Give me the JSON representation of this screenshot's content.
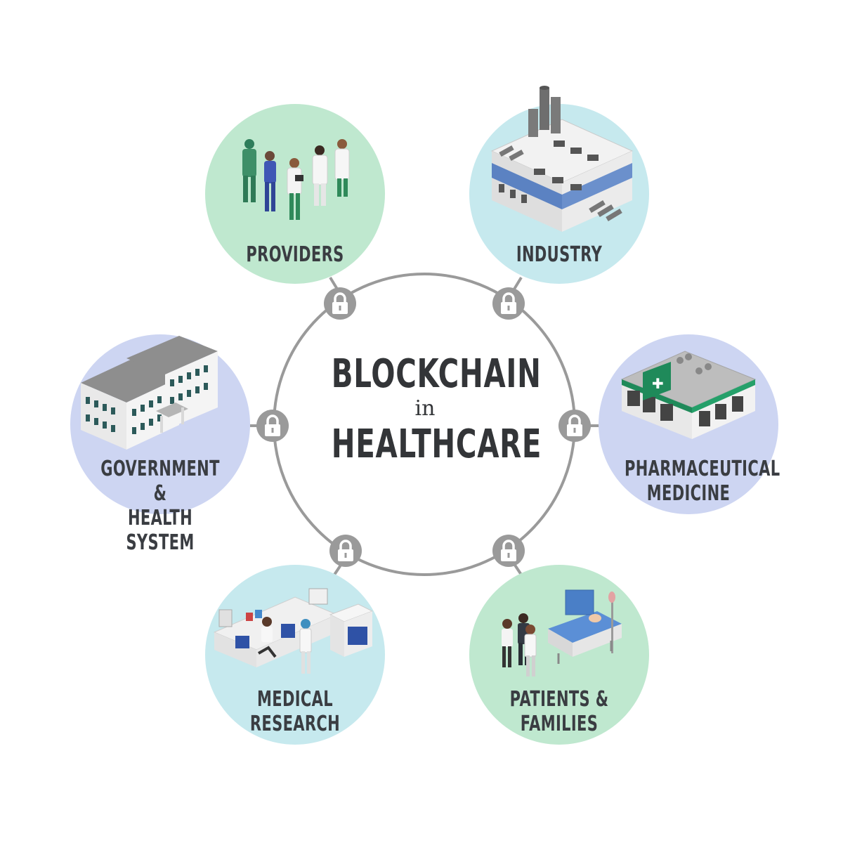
{
  "title": {
    "line1": "BLOCKCHAIN",
    "line2": "in",
    "line3": "HEALTHCARE"
  },
  "nodes": [
    {
      "id": "providers",
      "lines": [
        "PROVIDERS"
      ],
      "color": "#bfe8cf",
      "icon": "medical-staff-illustration"
    },
    {
      "id": "industry",
      "lines": [
        "INDUSTRY"
      ],
      "color": "#c6e9ee",
      "icon": "factory-illustration"
    },
    {
      "id": "pharma",
      "lines": [
        "PHARMACEUTICAL",
        "MEDICINE"
      ],
      "color": "#cdd5f2",
      "icon": "pharmacy-building-illustration"
    },
    {
      "id": "patients",
      "lines": [
        "PATIENTS &",
        "FAMILIES"
      ],
      "color": "#bfe8cf",
      "icon": "hospital-bed-illustration"
    },
    {
      "id": "research",
      "lines": [
        "MEDICAL",
        "RESEARCH"
      ],
      "color": "#c6e9ee",
      "icon": "laboratory-illustration"
    },
    {
      "id": "government",
      "lines": [
        "GOVERNMENT &",
        "HEALTH SYSTEM"
      ],
      "color": "#cdd5f2",
      "icon": "government-building-illustration"
    }
  ],
  "ring_color": "#9a9a9a",
  "lock_icon": "padlock-icon"
}
